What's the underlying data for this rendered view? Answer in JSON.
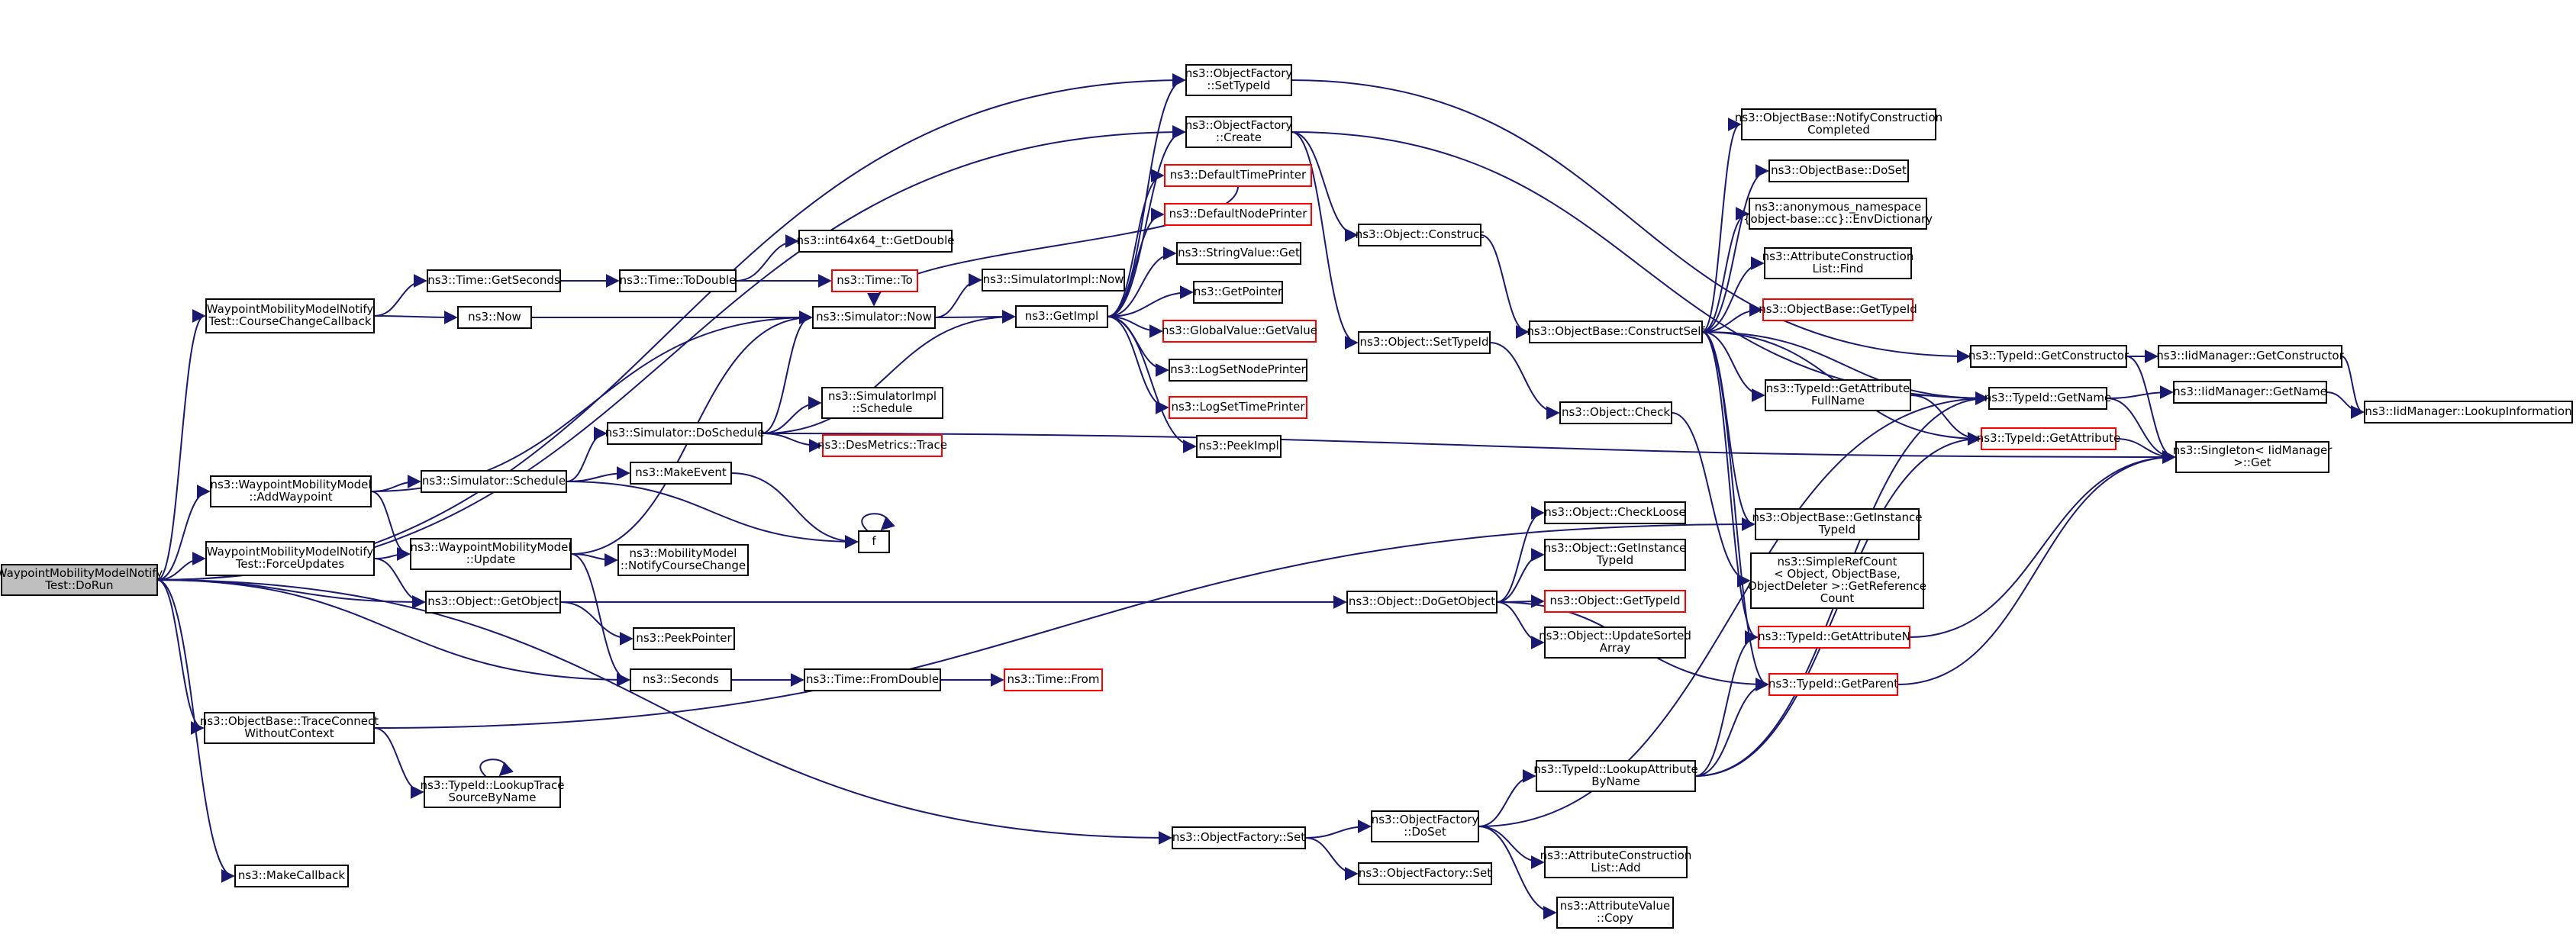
{
  "colors": {
    "edge": "#191970",
    "node_border": "#000000",
    "node_border_incomplete": "#ff0000",
    "root_fill": "#bfbfbf",
    "background": "#ffffff"
  },
  "nodes": [
    {
      "id": "root",
      "lines": [
        "WaypointMobilityModelNotify",
        "Test::DoRun"
      ],
      "kind": "root"
    },
    {
      "id": "courseChangeCb",
      "lines": [
        "WaypointMobilityModelNotify",
        "Test::CourseChangeCallback"
      ]
    },
    {
      "id": "addWaypoint",
      "lines": [
        "ns3::WaypointMobilityModel",
        "::AddWaypoint"
      ]
    },
    {
      "id": "forceUpdates",
      "lines": [
        "WaypointMobilityModelNotify",
        "Test::ForceUpdates"
      ]
    },
    {
      "id": "traceConnect",
      "lines": [
        "ns3::ObjectBase::TraceConnect",
        "WithoutContext"
      ]
    },
    {
      "id": "makeCallback",
      "lines": [
        "ns3::MakeCallback"
      ]
    },
    {
      "id": "getSeconds",
      "lines": [
        "ns3::Time::GetSeconds"
      ]
    },
    {
      "id": "now",
      "lines": [
        "ns3::Now"
      ]
    },
    {
      "id": "simSchedule",
      "lines": [
        "ns3::Simulator::Schedule"
      ]
    },
    {
      "id": "wmmUpdate",
      "lines": [
        "ns3::WaypointMobilityModel",
        "::Update"
      ]
    },
    {
      "id": "getObject",
      "lines": [
        "ns3::Object::GetObject"
      ]
    },
    {
      "id": "seconds",
      "lines": [
        "ns3::Seconds"
      ]
    },
    {
      "id": "lookupTrace",
      "lines": [
        "ns3::TypeId::LookupTrace",
        "SourceByName"
      ]
    },
    {
      "id": "toDouble",
      "lines": [
        "ns3::Time::ToDouble"
      ]
    },
    {
      "id": "int64GetDouble",
      "lines": [
        "ns3::int64x64_t::GetDouble"
      ]
    },
    {
      "id": "timeTo",
      "lines": [
        "ns3::Time::To"
      ],
      "kind": "red"
    },
    {
      "id": "simNow",
      "lines": [
        "ns3::Simulator::Now"
      ]
    },
    {
      "id": "doSchedule",
      "lines": [
        "ns3::Simulator::DoSchedule"
      ]
    },
    {
      "id": "makeEvent",
      "lines": [
        "ns3::MakeEvent"
      ]
    },
    {
      "id": "f",
      "lines": [
        "f"
      ]
    },
    {
      "id": "notifyCourse",
      "lines": [
        "ns3::MobilityModel",
        "::NotifyCourseChange"
      ]
    },
    {
      "id": "peekPointer",
      "lines": [
        "ns3::PeekPointer"
      ]
    },
    {
      "id": "fromDouble",
      "lines": [
        "ns3::Time::FromDouble"
      ]
    },
    {
      "id": "timeFrom",
      "lines": [
        "ns3::Time::From"
      ],
      "kind": "red"
    },
    {
      "id": "simImplNow",
      "lines": [
        "ns3::SimulatorImpl::Now"
      ]
    },
    {
      "id": "getImpl",
      "lines": [
        "ns3::GetImpl"
      ]
    },
    {
      "id": "simImplSchedule",
      "lines": [
        "ns3::SimulatorImpl",
        "::Schedule"
      ]
    },
    {
      "id": "desTrace",
      "lines": [
        "ns3::DesMetrics::Trace"
      ],
      "kind": "red"
    },
    {
      "id": "ofSetTypeId",
      "lines": [
        "ns3::ObjectFactory",
        "::SetTypeId"
      ]
    },
    {
      "id": "ofCreate",
      "lines": [
        "ns3::ObjectFactory",
        "::Create"
      ]
    },
    {
      "id": "defTimePrinter",
      "lines": [
        "ns3::DefaultTimePrinter"
      ],
      "kind": "red"
    },
    {
      "id": "defNodePrinter",
      "lines": [
        "ns3::DefaultNodePrinter"
      ],
      "kind": "red"
    },
    {
      "id": "stringGet",
      "lines": [
        "ns3::StringValue::Get"
      ]
    },
    {
      "id": "getPointer",
      "lines": [
        "ns3::GetPointer"
      ]
    },
    {
      "id": "globalGetValue",
      "lines": [
        "ns3::GlobalValue::GetValue"
      ],
      "kind": "red"
    },
    {
      "id": "logSetNode",
      "lines": [
        "ns3::LogSetNodePrinter"
      ]
    },
    {
      "id": "logSetTime",
      "lines": [
        "ns3::LogSetTimePrinter"
      ],
      "kind": "red"
    },
    {
      "id": "peekImpl",
      "lines": [
        "ns3::PeekImpl"
      ]
    },
    {
      "id": "objConstruct",
      "lines": [
        "ns3::Object::Construct"
      ]
    },
    {
      "id": "objSetTypeId",
      "lines": [
        "ns3::Object::SetTypeId"
      ]
    },
    {
      "id": "objCheck",
      "lines": [
        "ns3::Object::Check"
      ]
    },
    {
      "id": "doGetObject",
      "lines": [
        "ns3::Object::DoGetObject"
      ]
    },
    {
      "id": "ofSet",
      "lines": [
        "ns3::ObjectFactory::Set"
      ]
    },
    {
      "id": "ofDoSet",
      "lines": [
        "ns3::ObjectFactory",
        "::DoSet"
      ]
    },
    {
      "id": "ofSet2",
      "lines": [
        "ns3::ObjectFactory::Set"
      ]
    },
    {
      "id": "constructSelf",
      "lines": [
        "ns3::ObjectBase::ConstructSelf"
      ]
    },
    {
      "id": "notifyConstruction",
      "lines": [
        "ns3::ObjectBase::NotifyConstruction",
        "Completed"
      ]
    },
    {
      "id": "doSet",
      "lines": [
        "ns3::ObjectBase::DoSet"
      ]
    },
    {
      "id": "envDictionary",
      "lines": [
        "ns3::anonymous_namespace",
        "{object-base::cc}::EnvDictionary"
      ]
    },
    {
      "id": "attrConsFind",
      "lines": [
        "ns3::AttributeConstruction",
        "List::Find"
      ]
    },
    {
      "id": "obGetTypeId",
      "lines": [
        "ns3::ObjectBase::GetTypeId"
      ],
      "kind": "red"
    },
    {
      "id": "getAttrFullName",
      "lines": [
        "ns3::TypeId::GetAttribute",
        "FullName"
      ]
    },
    {
      "id": "obGetInstanceTypeId",
      "lines": [
        "ns3::ObjectBase::GetInstance",
        "TypeId"
      ]
    },
    {
      "id": "simpleRefCount",
      "lines": [
        "ns3::SimpleRefCount",
        "< Object, ObjectBase,",
        "ObjectDeleter >::GetReference",
        "Count"
      ]
    },
    {
      "id": "checkLoose",
      "lines": [
        "ns3::Object::CheckLoose"
      ]
    },
    {
      "id": "objGetInstanceTypeId",
      "lines": [
        "ns3::Object::GetInstance",
        "TypeId"
      ]
    },
    {
      "id": "objGetTypeId",
      "lines": [
        "ns3::Object::GetTypeId"
      ],
      "kind": "red"
    },
    {
      "id": "updateSorted",
      "lines": [
        "ns3::Object::UpdateSorted",
        "Array"
      ]
    },
    {
      "id": "lookupAttr",
      "lines": [
        "ns3::TypeId::LookupAttribute",
        "ByName"
      ]
    },
    {
      "id": "attrConsAdd",
      "lines": [
        "ns3::AttributeConstruction",
        "List::Add"
      ]
    },
    {
      "id": "attrCopy",
      "lines": [
        "ns3::AttributeValue",
        "::Copy"
      ]
    },
    {
      "id": "getConstructor",
      "lines": [
        "ns3::TypeId::GetConstructor"
      ]
    },
    {
      "id": "getName",
      "lines": [
        "ns3::TypeId::GetName"
      ]
    },
    {
      "id": "getAttribute",
      "lines": [
        "ns3::TypeId::GetAttribute"
      ],
      "kind": "red"
    },
    {
      "id": "getAttributeN",
      "lines": [
        "ns3::TypeId::GetAttributeN"
      ],
      "kind": "red"
    },
    {
      "id": "getParent",
      "lines": [
        "ns3::TypeId::GetParent"
      ],
      "kind": "red"
    },
    {
      "id": "iidGetConstructor",
      "lines": [
        "ns3::IidManager::GetConstructor"
      ]
    },
    {
      "id": "iidGetName",
      "lines": [
        "ns3::IidManager::GetName"
      ]
    },
    {
      "id": "iidLookupInfo",
      "lines": [
        "ns3::IidManager::LookupInformation"
      ]
    },
    {
      "id": "singletonGet",
      "lines": [
        "ns3::Singleton< IidManager",
        ">::Get"
      ]
    }
  ]
}
